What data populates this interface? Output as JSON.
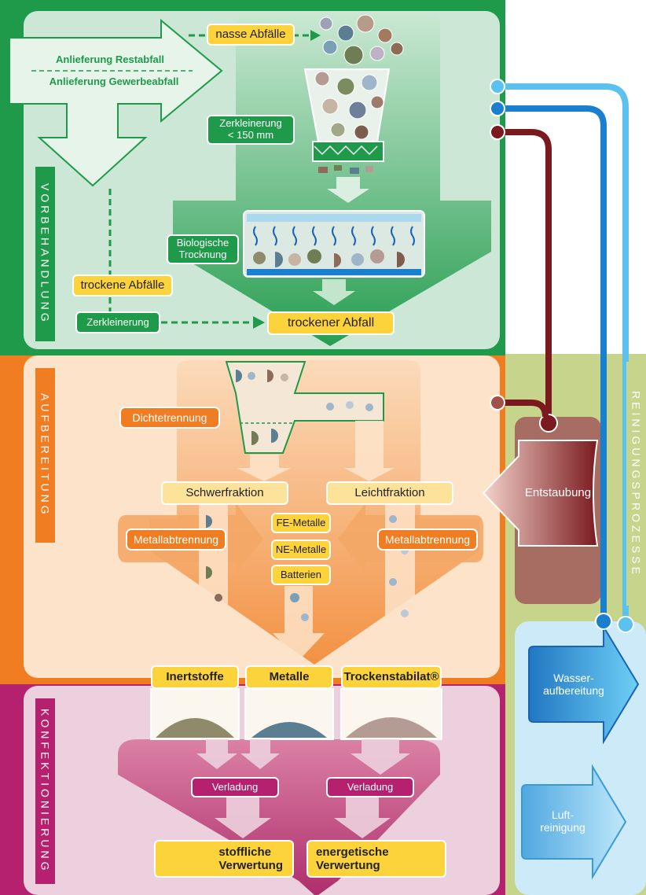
{
  "sections": {
    "vorbehandlung": "VORBEHANDLUNG",
    "aufbereitung": "AUFBEREITUNG",
    "konfektionierung": "KONFEKTIONIERUNG",
    "reinigungsprozesse": "REINIGUNGSPROZESSE"
  },
  "vorbehandlung": {
    "delivery_1": "Anlieferung Restabfall",
    "delivery_2": "Anlieferung Gewerbeabfall",
    "wet_waste": "nasse Abfälle",
    "shredding_fine": "Zerkleinerung\n< 150 mm",
    "bio_drying": "Biologische\nTrocknung",
    "dry_waste_in": "trockene Abfälle",
    "shredding": "Zerkleinerung",
    "dry_waste_out": "trockener Abfall"
  },
  "aufbereitung": {
    "density_separation": "Dichtetrennung",
    "heavy_fraction": "Schwerfraktion",
    "light_fraction": "Leichtfraktion",
    "metal_separation_left": "Metallabtrennung",
    "metal_separation_right": "Metallabtrennung",
    "fe_metals": "FE-Metalle",
    "ne_metals": "NE-Metalle",
    "batteries": "Batterien"
  },
  "konfektionierung": {
    "inert": "Inertstoffe",
    "metals": "Metalle",
    "dry_stabilate": "Trockenstabilat®",
    "loading_left": "Verladung",
    "loading_right": "Verladung",
    "material_recovery": "stoffliche\nVerwertung",
    "energy_recovery": "energetische\nVerwertung"
  },
  "reinigung": {
    "dedusting": "Entstaubung",
    "water_treatment": "Wasser-\naufbereitung",
    "air_cleaning": "Luft-\nreinigung"
  },
  "colors": {
    "green": "#1f9a4a",
    "orange": "#f07d22",
    "magenta": "#b5216e",
    "olive": "#c7d48c",
    "yellow": "#fdd33c",
    "blue": "#1a7fcf",
    "light_blue": "#5bc1ef",
    "dark_red": "#7a1a1e"
  }
}
